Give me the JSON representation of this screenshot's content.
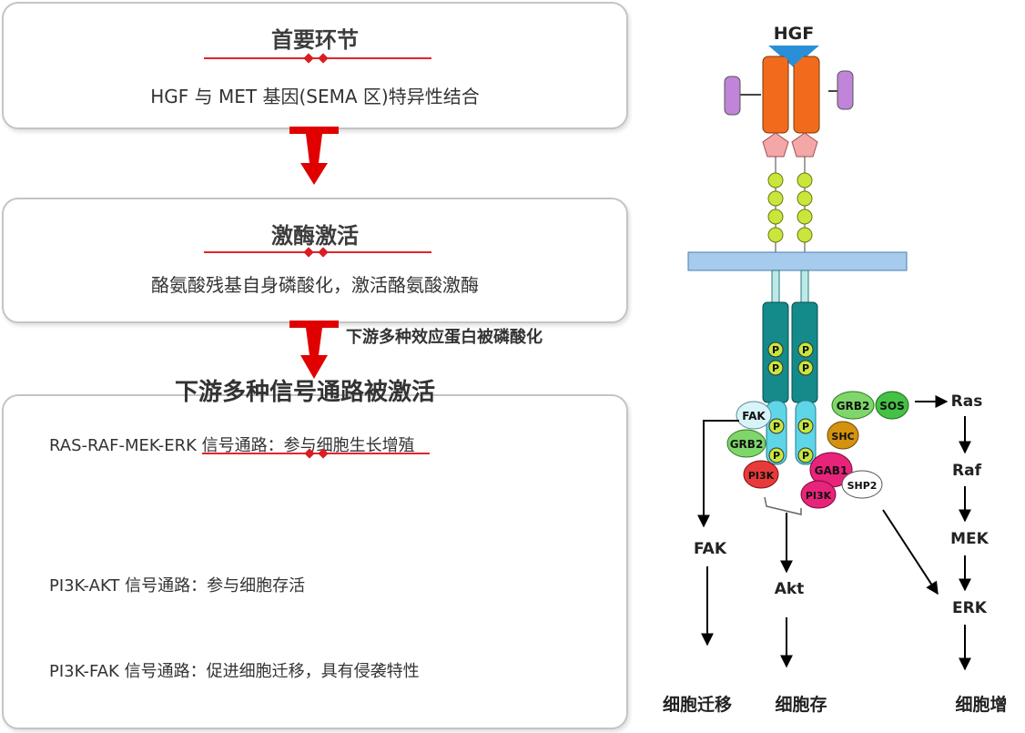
{
  "steps": [
    {
      "title": "首要环节",
      "text": "HGF 与 MET 基因(SEMA 区)特异性结合"
    },
    {
      "title": "激酶激活",
      "text": "酪氨酸残基自身磷酸化，激活酪氨酸激酶"
    }
  ],
  "arrow2_note": "下游多种效应蛋白被磷酸化",
  "pathways": {
    "title": "下游多种信号通路被激活",
    "items": [
      "RAS-RAF-MEK-ERK 信号通路：参与细胞生长增殖",
      "PI3K-AKT 信号通路：参与细胞存活",
      "PI3K-FAK 信号通路：促进细胞迁移，具有侵袭特性"
    ]
  },
  "diagram": {
    "ligand": "HGF",
    "phospho": "P",
    "proteins": {
      "fak": "FAK",
      "grb2_left": "GRB2",
      "pi3k_left": "PI3K",
      "gab1": "GAB1",
      "pi3k_right": "PI3K",
      "shp2": "SHP2",
      "shc": "SHC",
      "grb2_right": "GRB2",
      "sos": "SOS"
    },
    "cascade": [
      "Ras",
      "Raf",
      "MEK",
      "ERK"
    ],
    "outputs": {
      "fak_label": "FAK",
      "akt_label": "Akt",
      "migration": "细胞迁移",
      "survival": "细胞存",
      "proliferation": "细胞增"
    }
  },
  "colors": {
    "accent_red": "#e0262b",
    "arrow_red": "#e00000",
    "receptor_orange": "#f26b1d",
    "receptor_teal": "#148a8a",
    "membrane_blue": "#a7cbec",
    "phospho_yellow": "#c9e63c"
  }
}
